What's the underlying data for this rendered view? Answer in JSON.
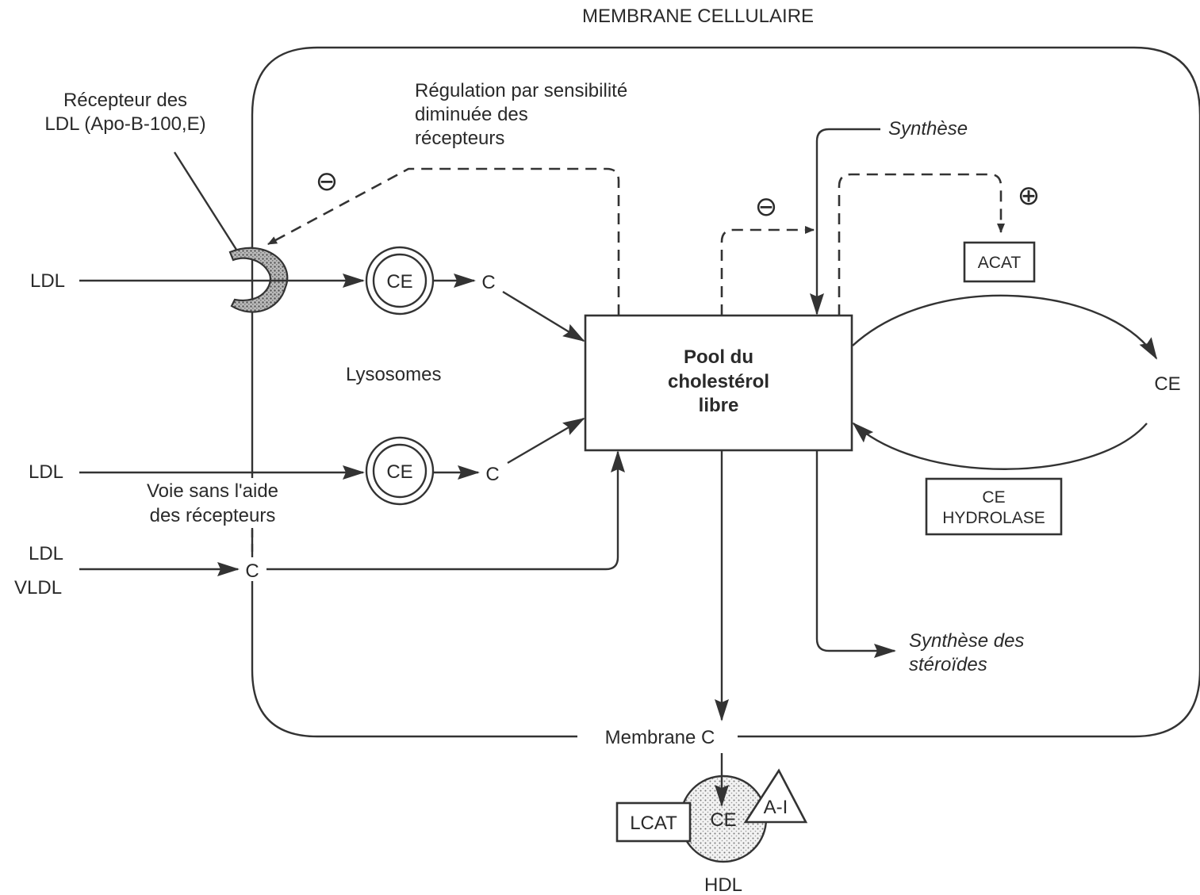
{
  "title": "MEMBRANE CELLULAIRE",
  "receptor_label": [
    "Récepteur des",
    "LDL (Apo-B-100,E)"
  ],
  "regulation_label": [
    "Régulation par sensibilité",
    "diminuée des",
    "récepteurs"
  ],
  "minus_sign": "⊖",
  "plus_sign": "⊕",
  "synthese": "Synthèse",
  "acat": "ACAT",
  "ldl": "LDL",
  "vldl": "VLDL",
  "ce": "CE",
  "c": "C",
  "lysosomes": "Lysosomes",
  "pool": [
    "Pool du",
    "cholestérol",
    "libre"
  ],
  "ce_hydrolase": [
    "CE",
    "HYDROLASE"
  ],
  "voie_label": [
    "Voie sans l'aide",
    "des récepteurs"
  ],
  "synthese_steroides": [
    "Synthèse des",
    "stéroïdes"
  ],
  "membrane_c": "Membrane C",
  "lcat": "LCAT",
  "a1": "A-I",
  "hdl": "HDL"
}
